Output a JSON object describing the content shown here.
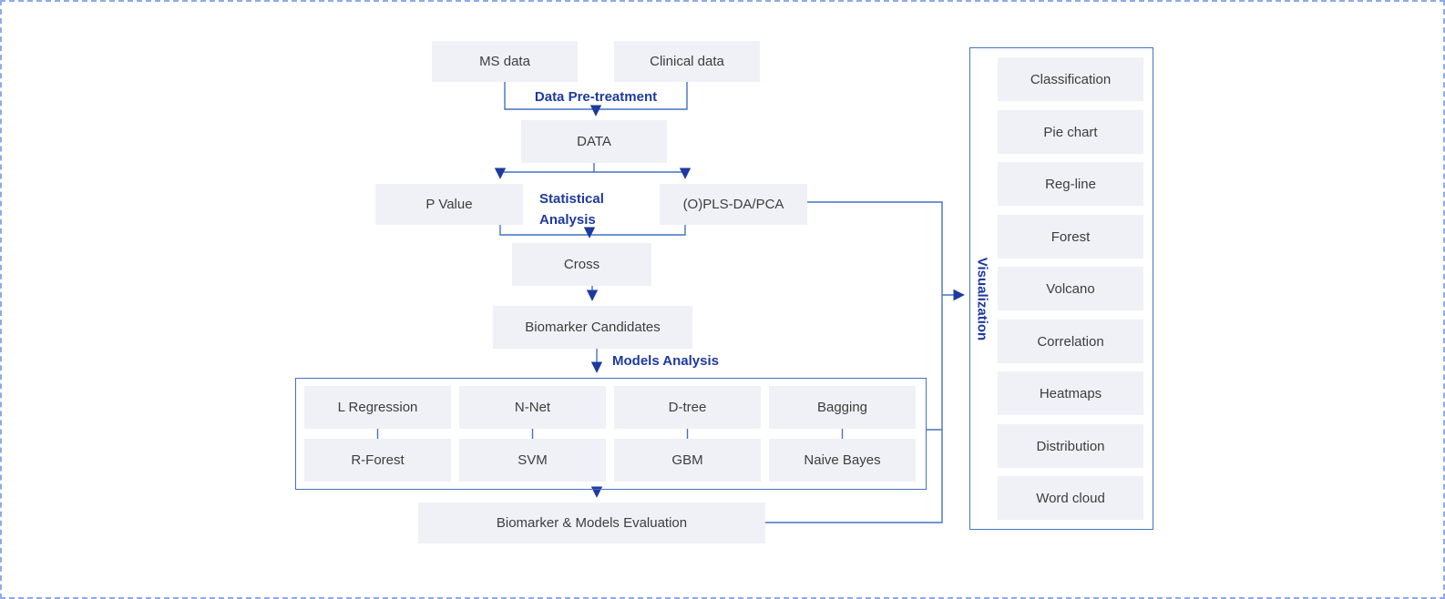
{
  "colors": {
    "connector_line": "#4472c4",
    "accent_text": "#1e3a9e",
    "node_fill": "#f0f1f6",
    "node_text": "#3d3d3d",
    "outer_dashed_border": "#8dabea"
  },
  "flow": {
    "sources": [
      {
        "label": "MS data"
      },
      {
        "label": "Clinical data"
      }
    ],
    "pretreatment_label": "Data Pre-treatment",
    "data_node": "DATA",
    "p_value": "P Value",
    "statistical_label_line1": "Statistical",
    "statistical_label_line2": "Analysis",
    "opls": "(O)PLS-DA/PCA",
    "cross": "Cross",
    "biomarker_candidates": "Biomarker Candidates",
    "models_analysis_label": "Models Analysis",
    "models_row1": [
      "L Regression",
      "N-Net",
      "D-tree",
      "Bagging"
    ],
    "models_row2": [
      "R-Forest",
      "SVM",
      "GBM",
      "Naive Bayes"
    ],
    "evaluation": "Biomarker & Models Evaluation",
    "visualization_label": "Visualization",
    "visualizations": [
      "Classification",
      "Pie chart",
      "Reg-line",
      "Forest",
      "Volcano",
      "Correlation",
      "Heatmaps",
      "Distribution",
      "Word cloud"
    ]
  }
}
